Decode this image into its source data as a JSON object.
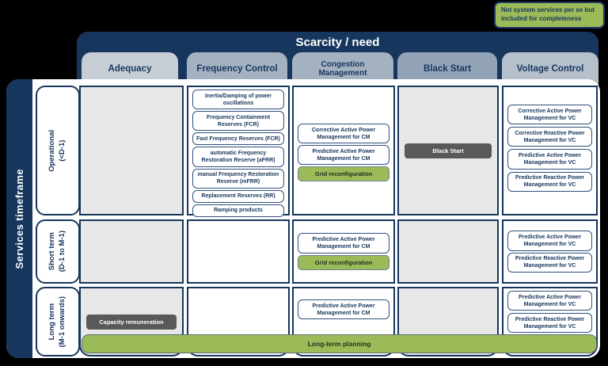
{
  "note": {
    "text": "Not system services per se but included for completeness"
  },
  "header": {
    "title": "Scarcity / need"
  },
  "left_axis": {
    "title": "Services timeframe"
  },
  "columns": [
    "Adequacy",
    "Frequency Control",
    "Congestion Management",
    "Black Start",
    "Voltage Control"
  ],
  "rows": [
    {
      "line1": "Operational",
      "line2": "(<D-1)"
    },
    {
      "line1": "Short term",
      "line2": "(D-1 to M-1)"
    },
    {
      "line1": "Long term",
      "line2": "(M-1 onwards)"
    }
  ],
  "cells": {
    "op_frequency": [
      "Inertia/Damping of power oscillations",
      "Frequency Containment Reserves (FCR)",
      "Fast Frequency Reserves (FCR)",
      "automatic Frequency Restoration Reserve (aFRR)",
      "manual Frequency Restoration Reserve (mFRR)",
      "Replacement Reserves (RR)",
      "Ramping products"
    ],
    "op_congestion": [
      "Corrective Active Power Management for CM",
      "Predictive Active Power Management for CM",
      "Grid reconfiguration"
    ],
    "op_blackstart": [
      "Black Start"
    ],
    "op_voltage": [
      "Corrective Active Power Management for VC",
      "Corrective Reactive Power Management for VC",
      "Predictive Active Power Management for VC",
      "Predictive Reactive Power Management for VC"
    ],
    "st_congestion": [
      "Predictive Active Power Management for CM",
      "Grid reconfiguration"
    ],
    "st_voltage": [
      "Predictive Active Power Management for VC",
      "Predictive Reactive Power Management for VC"
    ],
    "lt_adequacy": [
      "Capacity remuneration"
    ],
    "lt_congestion": [
      "Predictive Active Power Management for CM"
    ],
    "lt_voltage": [
      "Predictive Active Power Management for VC",
      "Predictive Reactive Power Management for VC"
    ]
  },
  "banner": {
    "label": "Long-term planning"
  },
  "colors": {
    "navy": "#17365d",
    "green": "#9bbb59",
    "dark_gray": "#595959",
    "cell_gray": "#e7e7e7",
    "tab_light": "#c7cdd5",
    "tab_medium": "#a4b1c1",
    "tab_dark": "#93a3b7"
  }
}
